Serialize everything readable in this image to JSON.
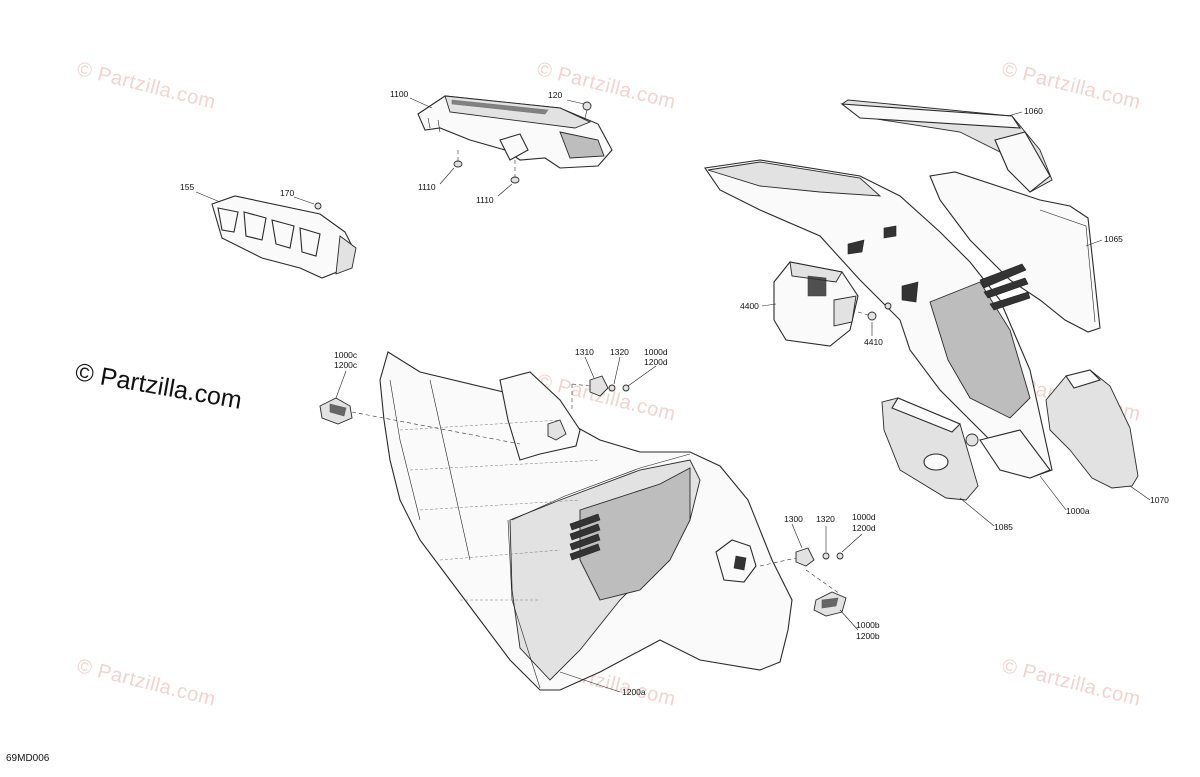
{
  "watermark": {
    "repeated_text": "© Partzilla.com",
    "main_text": "© Partzilla.com"
  },
  "diagram_code": "69MD006",
  "callouts": {
    "c1100": "1100",
    "c120": "120",
    "c1110a": "1110",
    "c1110b": "1110",
    "c155": "155",
    "c170": "170",
    "c1060": "1060",
    "c1065": "1065",
    "c4400": "4400",
    "c4410": "4410",
    "c1000c": "1000c",
    "c1200c": "1200c",
    "c1310": "1310",
    "c1320a": "1320",
    "c1000d_a": "1000d",
    "c1200d_a": "1200d",
    "c1300": "1300",
    "c1320b": "1320",
    "c1000d_b": "1000d",
    "c1200d_b": "1200d",
    "c1000b": "1000b",
    "c1200b": "1200b",
    "c1200a": "1200a",
    "c1000a": "1000a",
    "c1085": "1085",
    "c1070": "1070"
  }
}
